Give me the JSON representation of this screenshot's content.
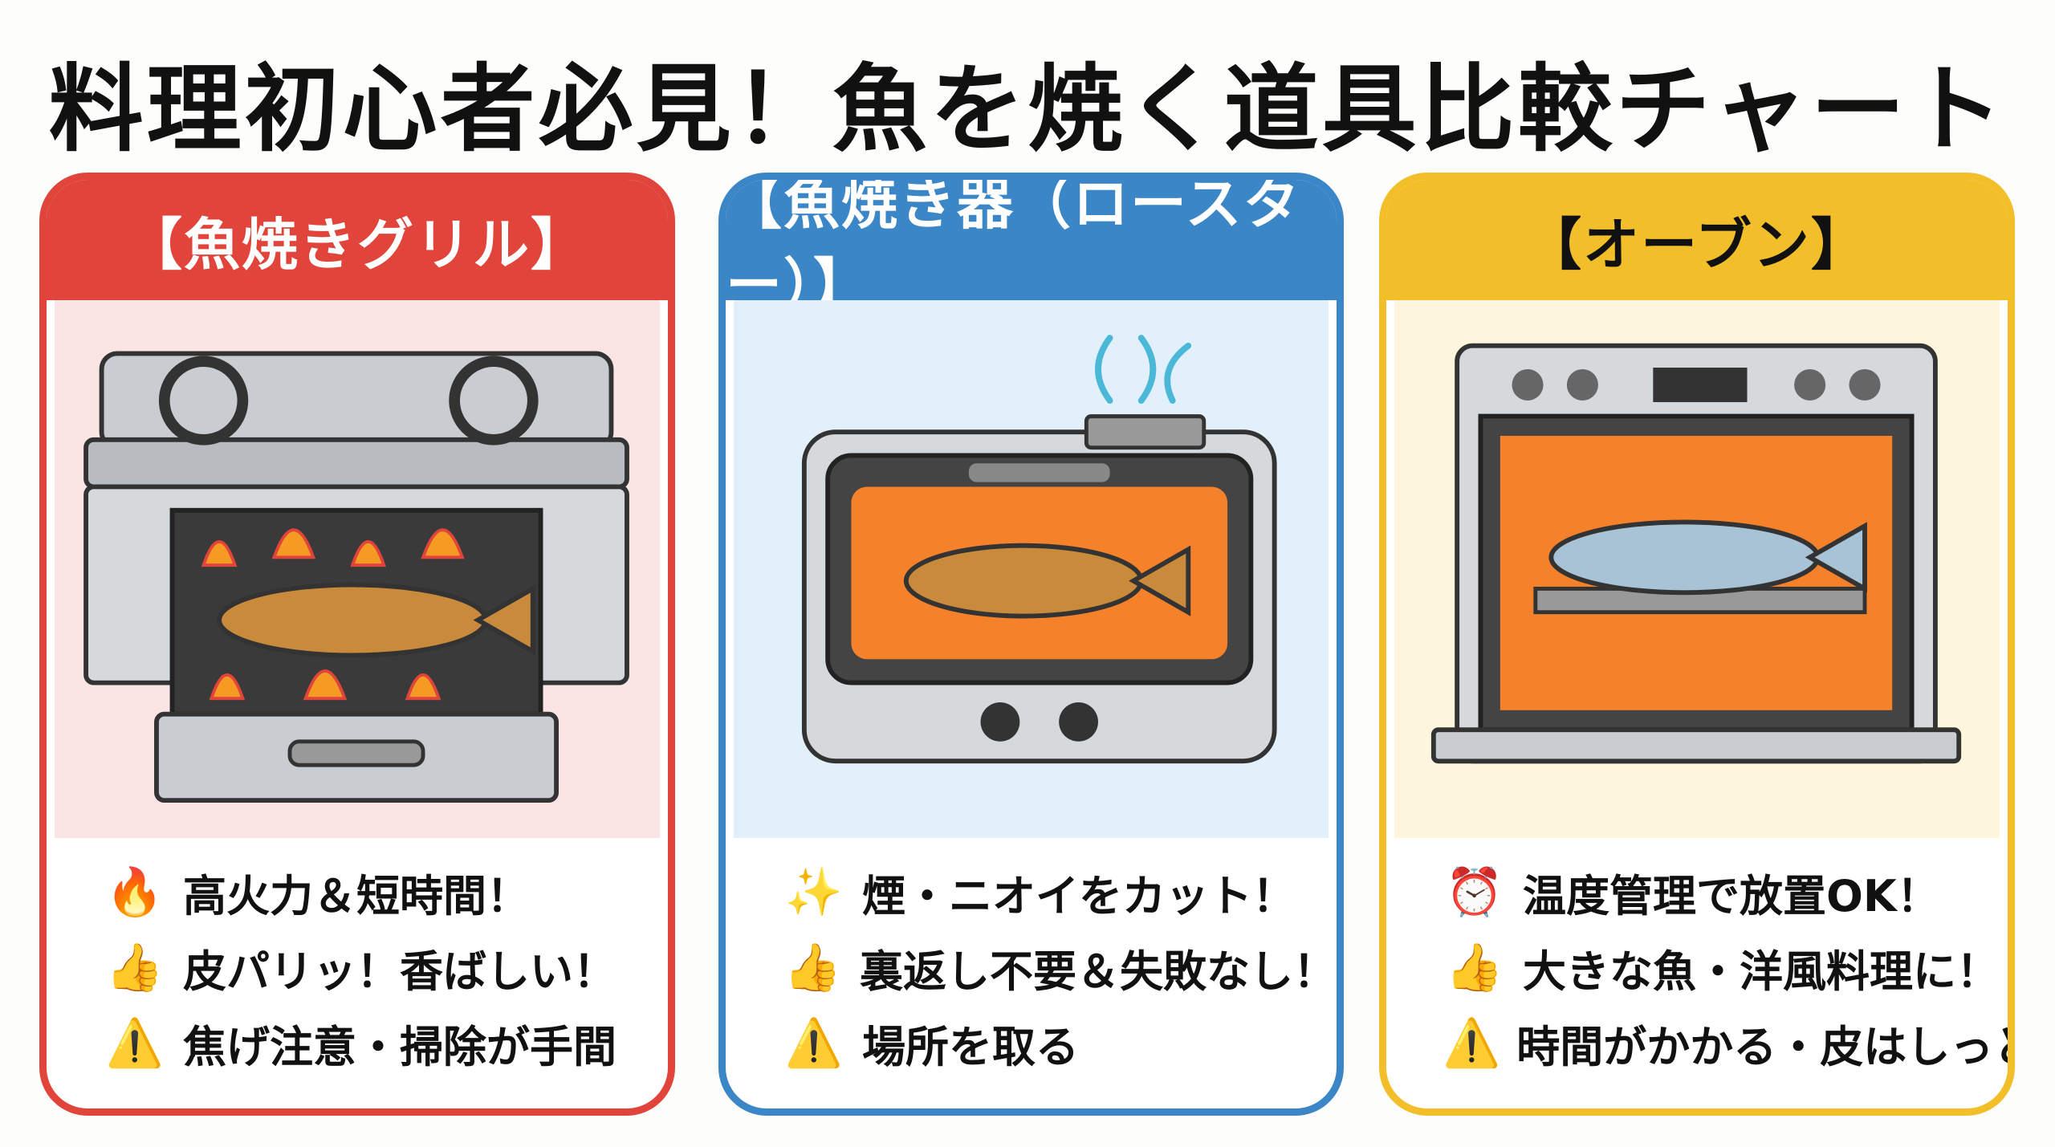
{
  "title": "料理初心者必見！魚を焼く道具比較チャート",
  "colors": {
    "grill": "#e0443a",
    "roaster": "#3a86c6",
    "oven": "#f2bf2a"
  },
  "cards": [
    {
      "header": "【魚焼きグリル】",
      "illustration": "gas-stove-fish-grill",
      "points": [
        {
          "icon": "fire-icon",
          "glyph": "🔥",
          "text": "高火力＆短時間！"
        },
        {
          "icon": "thumbs-up-icon",
          "glyph": "👍",
          "text": "皮パリッ！香ばしい！"
        },
        {
          "icon": "warning-icon",
          "glyph": "⚠️",
          "text": "焦げ注意・掃除が手間"
        }
      ]
    },
    {
      "header": "【魚焼き器（ロースター）】",
      "illustration": "fish-roaster",
      "points": [
        {
          "icon": "sparkles-icon",
          "glyph": "✨",
          "text": "煙・ニオイをカット！"
        },
        {
          "icon": "thumbs-up-icon",
          "glyph": "👍",
          "text": "裏返し不要＆失敗なし！"
        },
        {
          "icon": "warning-icon",
          "glyph": "⚠️",
          "text": "場所を取る"
        }
      ]
    },
    {
      "header": "【オーブン】",
      "illustration": "convection-oven",
      "points": [
        {
          "icon": "alarm-clock-icon",
          "glyph": "⏰",
          "text": "温度管理で放置OK！"
        },
        {
          "icon": "thumbs-up-icon",
          "glyph": "👍",
          "text": "大きな魚・洋風料理に！"
        },
        {
          "icon": "warning-icon",
          "glyph": "⚠️",
          "text": "時間がかかる・皮はしっとり"
        }
      ]
    }
  ]
}
